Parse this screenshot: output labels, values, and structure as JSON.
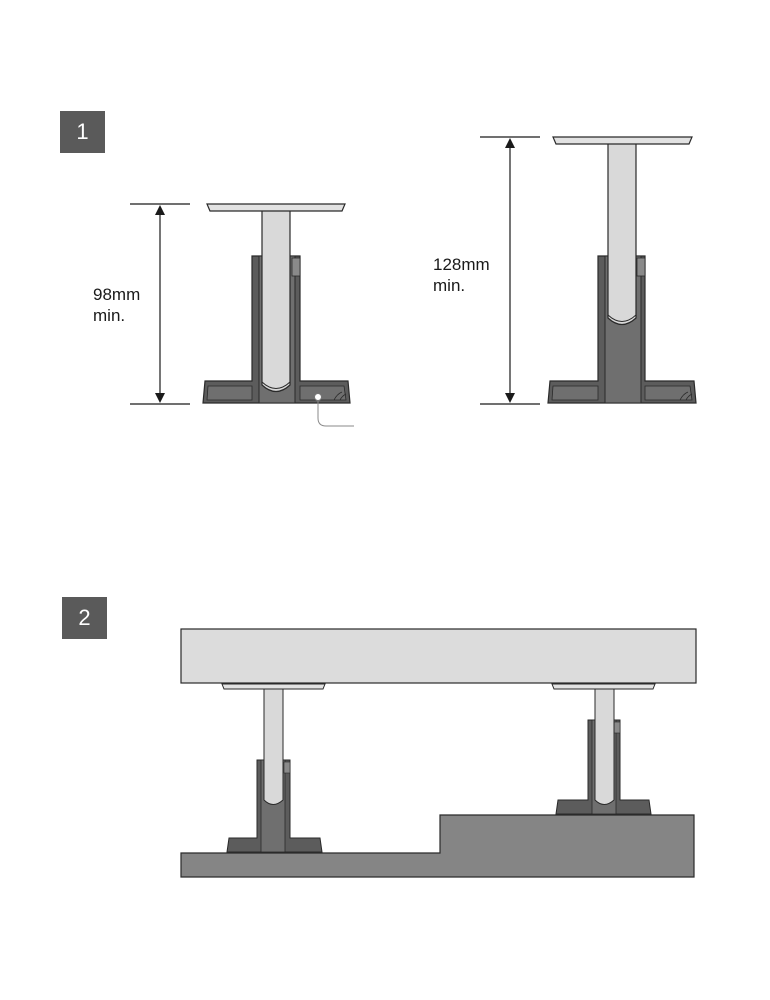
{
  "steps": [
    {
      "number": "1"
    },
    {
      "number": "2"
    }
  ],
  "dimensions": {
    "short": {
      "value": "98mm",
      "note": "min."
    },
    "tall": {
      "value": "128mm",
      "note": "min."
    }
  },
  "colors": {
    "badge": "#5a5a5a",
    "leg_light": "#d9d9d9",
    "leg_dark": "#6f6f6f",
    "base_dark": "#5c5c5c",
    "floor": "#858585",
    "panel": "#dcdcdc",
    "outline": "#2a2a2a"
  }
}
